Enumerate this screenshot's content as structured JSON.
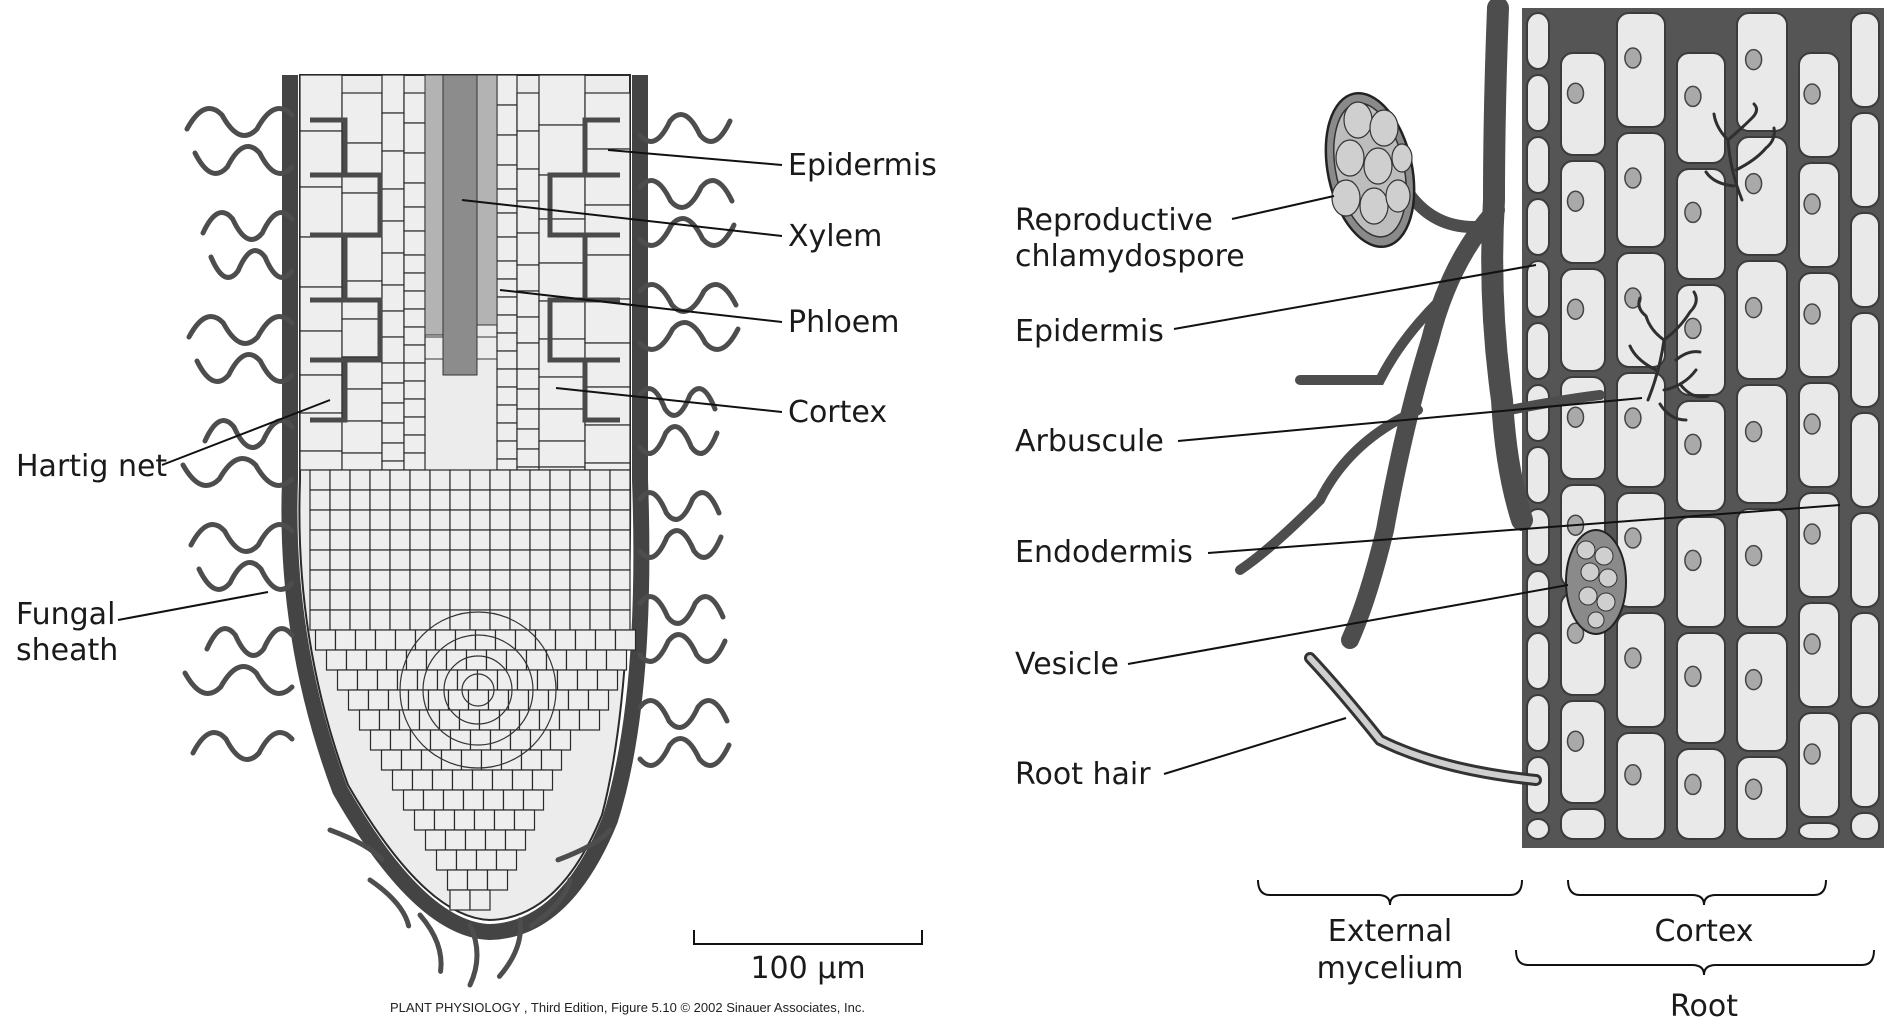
{
  "left_panel": {
    "labels": {
      "epidermis": "Epidermis",
      "xylem": "Xylem",
      "phloem": "Phloem",
      "cortex": "Cortex",
      "hartig_net": "Hartig net",
      "fungal_sheath_1": "Fungal",
      "fungal_sheath_2": "sheath"
    },
    "scale_bar": "100 μm",
    "credit": "PLANT PHYSIOLOGY , Third Edition, Figure 5.10  © 2002 Sinauer Associates, Inc."
  },
  "right_panel": {
    "labels": {
      "reproductive_1": "Reproductive",
      "reproductive_2": "chlamydospore",
      "epidermis": "Epidermis",
      "arbuscule": "Arbuscule",
      "endodermis": "Endodermis",
      "vesicle": "Vesicle",
      "root_hair": "Root hair"
    },
    "brackets": {
      "external_1": "External",
      "external_2": "mycelium",
      "cortex": "Cortex",
      "root": "Root"
    }
  },
  "colors": {
    "cell_fill": "#eeeeee",
    "hypha": "#4d4d4d",
    "vascular": "#8c8c8c"
  }
}
